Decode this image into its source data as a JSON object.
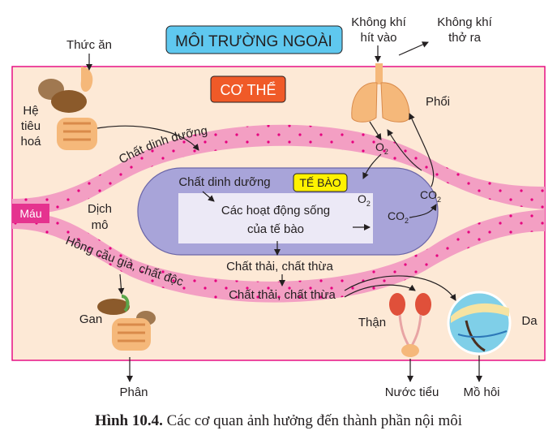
{
  "header": {
    "moi_truong_ngoai": "MÔI TRƯỜNG NGOÀI",
    "co_the": "CƠ THỂ",
    "te_bao": "TẾ BÀO"
  },
  "outer": {
    "thuc_an": "Thức ăn",
    "khong_khi_hit_vao_1": "Không khí",
    "khong_khi_hit_vao_2": "hít vào",
    "khong_khi_tho_ra_1": "Không khí",
    "khong_khi_tho_ra_2": "thở ra",
    "phan": "Phân",
    "nuoc_tieu": "Nước tiểu",
    "mo_hoi": "Mồ hôi"
  },
  "organs": {
    "he_tieu_hoa_1": "Hệ",
    "he_tieu_hoa_2": "tiêu",
    "he_tieu_hoa_3": "hoá",
    "phoi": "Phổi",
    "gan": "Gan",
    "than": "Thận",
    "da": "Da"
  },
  "body": {
    "chat_dinh_duong_blood": "Chất dinh dưỡng",
    "hong_cau_gia": "Hồng cầu già, chất độc",
    "mau": "Máu",
    "dich_mo_1": "Dịch",
    "dich_mo_2": "mô",
    "o2_top": "O",
    "o2_inner": "O",
    "co2_right": "CO",
    "co2_inner": "CO",
    "sub2": "2",
    "chat_thai_1": "Chất thải, chất thừa",
    "chat_thai_2": "Chất thải, chất thừa"
  },
  "cell": {
    "chat_dinh_duong": "Chất dinh dưỡng",
    "hoat_dong_1": "Các hoạt động sống",
    "hoat_dong_2": "của tế bào"
  },
  "caption": {
    "figure": "Hình 10.4.",
    "text": " Các cơ quan ảnh hưởng đến thành phần nội môi"
  },
  "colors": {
    "body_bg": "#fde9d6",
    "border": "#e5007e",
    "blood": "#f39fc3",
    "cell": "#a8a4d9",
    "cell_inner": "#ece9f6",
    "moi_truong_box": "#5fc8ef",
    "co_the_box": "#f05a28",
    "te_bao_box": "#fff200"
  }
}
